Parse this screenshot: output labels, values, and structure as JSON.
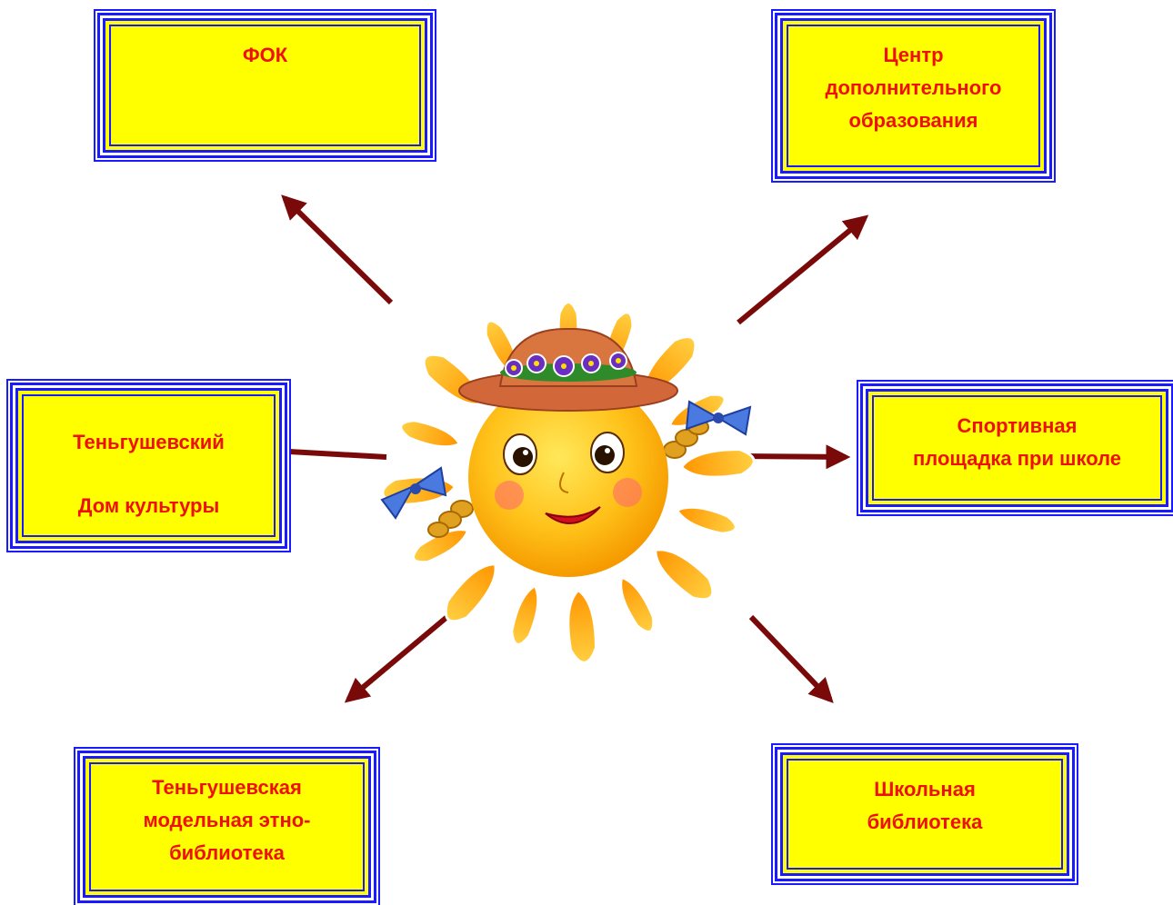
{
  "boxes": {
    "fok": "ФОК",
    "center_line1": "Центр",
    "center_line2": "дополнительного",
    "center_line3": "образования",
    "house_line1": "Теньгушевский",
    "house_line2": "Дом культуры",
    "sport_line1": "Спортивная",
    "sport_line2": "площадка при школе",
    "library_line1": "Теньгушевская",
    "library_line2": "модельная этно-",
    "library_line3": "библиотека",
    "school_line1": "Школьная",
    "school_line2": "библиотека"
  },
  "colors": {
    "box_fill": "#ffff00",
    "box_border": "#1a1aff",
    "text": "#ee1100",
    "arrow": "#7a0a0a",
    "sun": "#ffb300"
  },
  "center_image": "cartoon-sun-girl"
}
